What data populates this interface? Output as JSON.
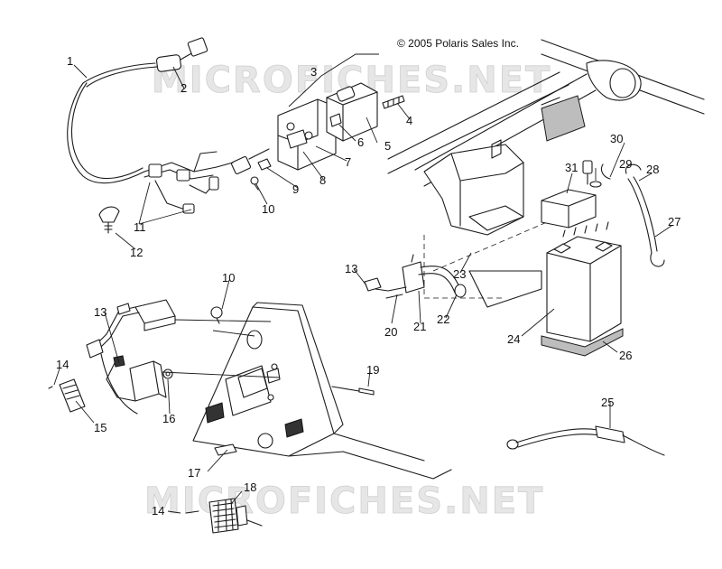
{
  "copyright": "© 2005 Polaris Sales Inc.",
  "watermark": "MICROFICHES.NET",
  "callouts": [
    "1",
    "2",
    "3",
    "4",
    "5",
    "6",
    "7",
    "8",
    "9",
    "10",
    "11",
    "12",
    "13",
    "14",
    "15",
    "16",
    "17",
    "18",
    "19",
    "20",
    "21",
    "22",
    "23",
    "24",
    "25",
    "26",
    "27",
    "28",
    "29",
    "30",
    "31"
  ],
  "callout_labels": {
    "c1": "1",
    "c2": "2",
    "c3": "3",
    "c4": "4",
    "c5": "5",
    "c6": "6",
    "c7": "7",
    "c8": "8",
    "c9": "9",
    "c10a": "10",
    "c10b": "10",
    "c11": "11",
    "c12": "12",
    "c13a": "13",
    "c13b": "13",
    "c14a": "14",
    "c14b": "14",
    "c15": "15",
    "c16": "16",
    "c17": "17",
    "c18": "18",
    "c19": "19",
    "c20": "20",
    "c21": "21",
    "c22": "22",
    "c23": "23",
    "c24": "24",
    "c25": "25",
    "c26": "26",
    "c27": "27",
    "c28": "28",
    "c29": "29",
    "c30": "30",
    "c31": "31"
  }
}
